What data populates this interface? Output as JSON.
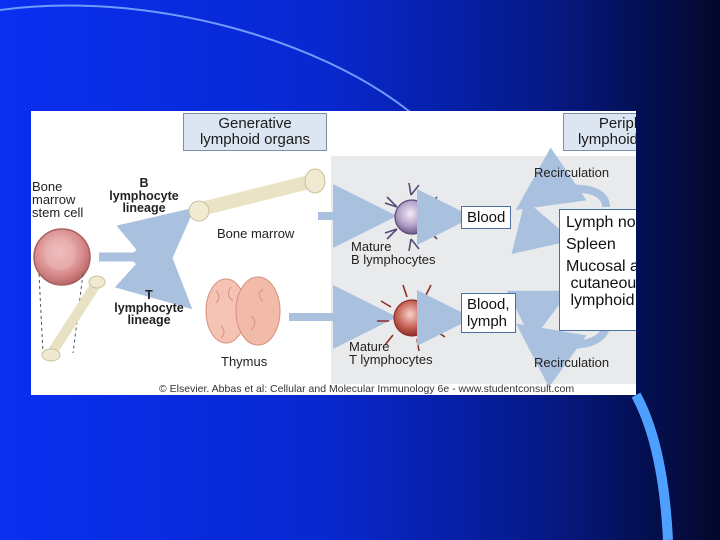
{
  "slide": {
    "colors": {
      "background": "#0a2ff0",
      "accent_arc": "#6f9bff",
      "figure_bg": "#ffffff"
    }
  },
  "figure": {
    "headers": {
      "generative": "Generative\nlymphoid organs",
      "peripheral": "Peripheral\nlymphoid organs"
    },
    "stem_cell_label": "Bone\nmarrow\nstem cell",
    "b_lineage_label": "B\nlymphocyte\nlineage",
    "t_lineage_label": "T\nlymphocyte\nlineage",
    "bone_marrow_label": "Bone marrow",
    "thymus_label": "Thymus",
    "mature_b_label": "Mature\nB lymphocytes",
    "mature_t_label": "Mature\nT lymphocytes",
    "blood_label": "Blood",
    "blood_lymph_label": "Blood,\nlymph",
    "organs": {
      "lymph_nodes": "Lymph nodes",
      "spleen": "Spleen",
      "mucosal": "Mucosal and\n cutaneous\n lymphoid tissues"
    },
    "recirculation_top": "Recirculation",
    "recirculation_bottom": "Recirculation",
    "copyright": "© Elsevier. Abbas et al: Cellular and Molecular Immunology 6e - www.studentconsult.com"
  }
}
